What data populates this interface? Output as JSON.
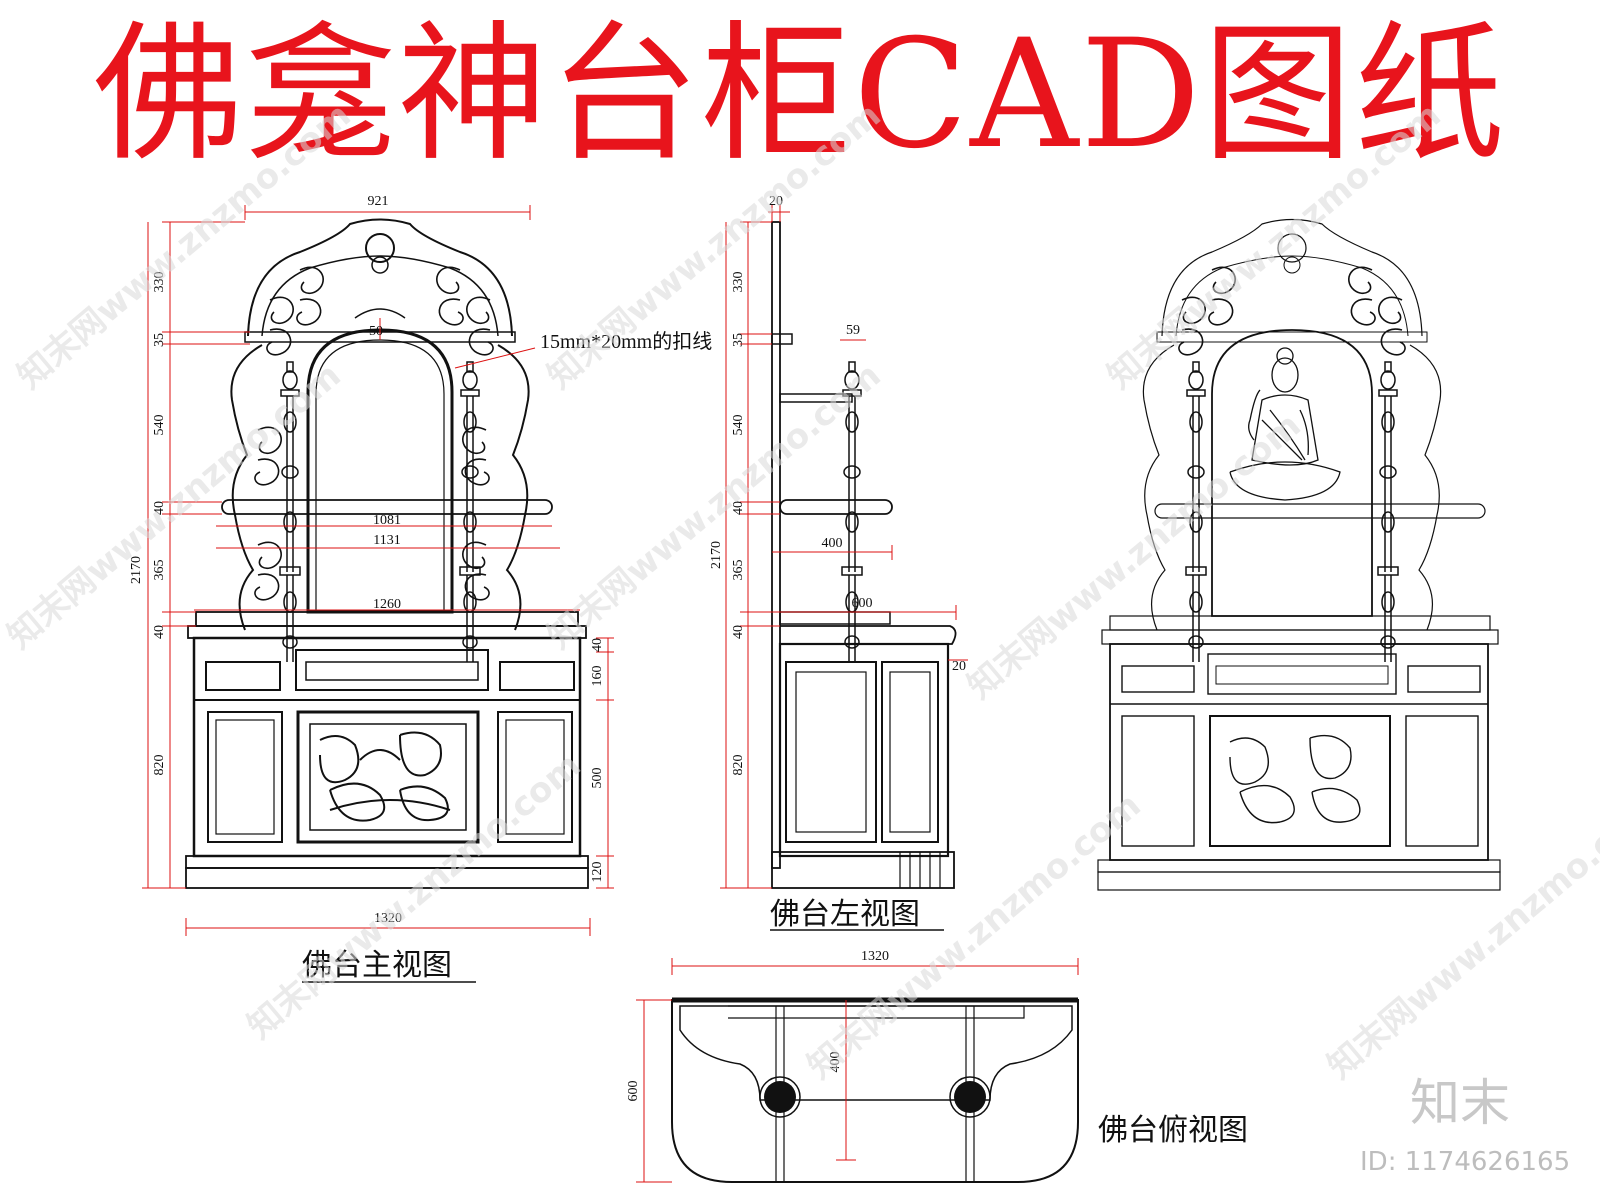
{
  "title": "佛龛神台柜CAD图纸",
  "colors": {
    "title": "#e8141c",
    "dimension": "#d11",
    "line": "#111111"
  },
  "views": {
    "front": {
      "caption": "佛台主视图",
      "dims": {
        "top_width": "921",
        "overall_height": "2170",
        "h330": "330",
        "h35": "35",
        "h540": "540",
        "h40a": "40",
        "h365": "365",
        "h40b": "40",
        "h820": "820",
        "w1081": "1081",
        "w1131": "1131",
        "w1260": "1260",
        "w1320": "1320",
        "r40": "40",
        "r160": "160",
        "r500": "500",
        "r120": "120",
        "arch_small": "50"
      },
      "note": "15mm*20mm的扣线"
    },
    "left": {
      "caption": "佛台左视图",
      "dims": {
        "top": "20",
        "post": "59",
        "overall_height": "2170",
        "h330": "330",
        "h35": "35",
        "h540": "540",
        "h40a": "40",
        "h365": "365",
        "h40b": "40",
        "h820": "820",
        "w400": "400",
        "w600": "600",
        "side20": "20"
      }
    },
    "top": {
      "caption": "佛台俯视图",
      "dims": {
        "width": "1320",
        "depth": "600",
        "inner": "400"
      }
    }
  },
  "watermark": {
    "text": "知末网www.znzmo.com",
    "brand": "知末",
    "id": "ID: 1174626165"
  }
}
